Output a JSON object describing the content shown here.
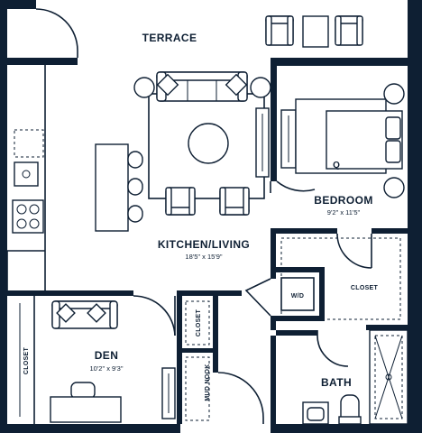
{
  "plan": {
    "colors": {
      "wall": "#0e1f33",
      "floor": "#ffffff"
    },
    "rooms": {
      "terrace": {
        "label": "TERRACE"
      },
      "kitchen_living": {
        "label": "KITCHEN/LIVING",
        "dimensions": "18'5\" x 15'9\""
      },
      "bedroom": {
        "label": "BEDROOM",
        "dimensions": "9'2\" x 11'5\""
      },
      "den": {
        "label": "DEN",
        "dimensions": "10'2\" x 9'3\""
      },
      "bath": {
        "label": "BATH"
      },
      "closet_main": {
        "label": "CLOSET"
      },
      "closet_hall": {
        "label": "CLOSET"
      },
      "closet_den": {
        "label": "CLOSET"
      },
      "wd": {
        "label": "W/D"
      },
      "mud_nook": {
        "label": "MUD NOOK"
      }
    },
    "bed_size_label": "Q"
  }
}
